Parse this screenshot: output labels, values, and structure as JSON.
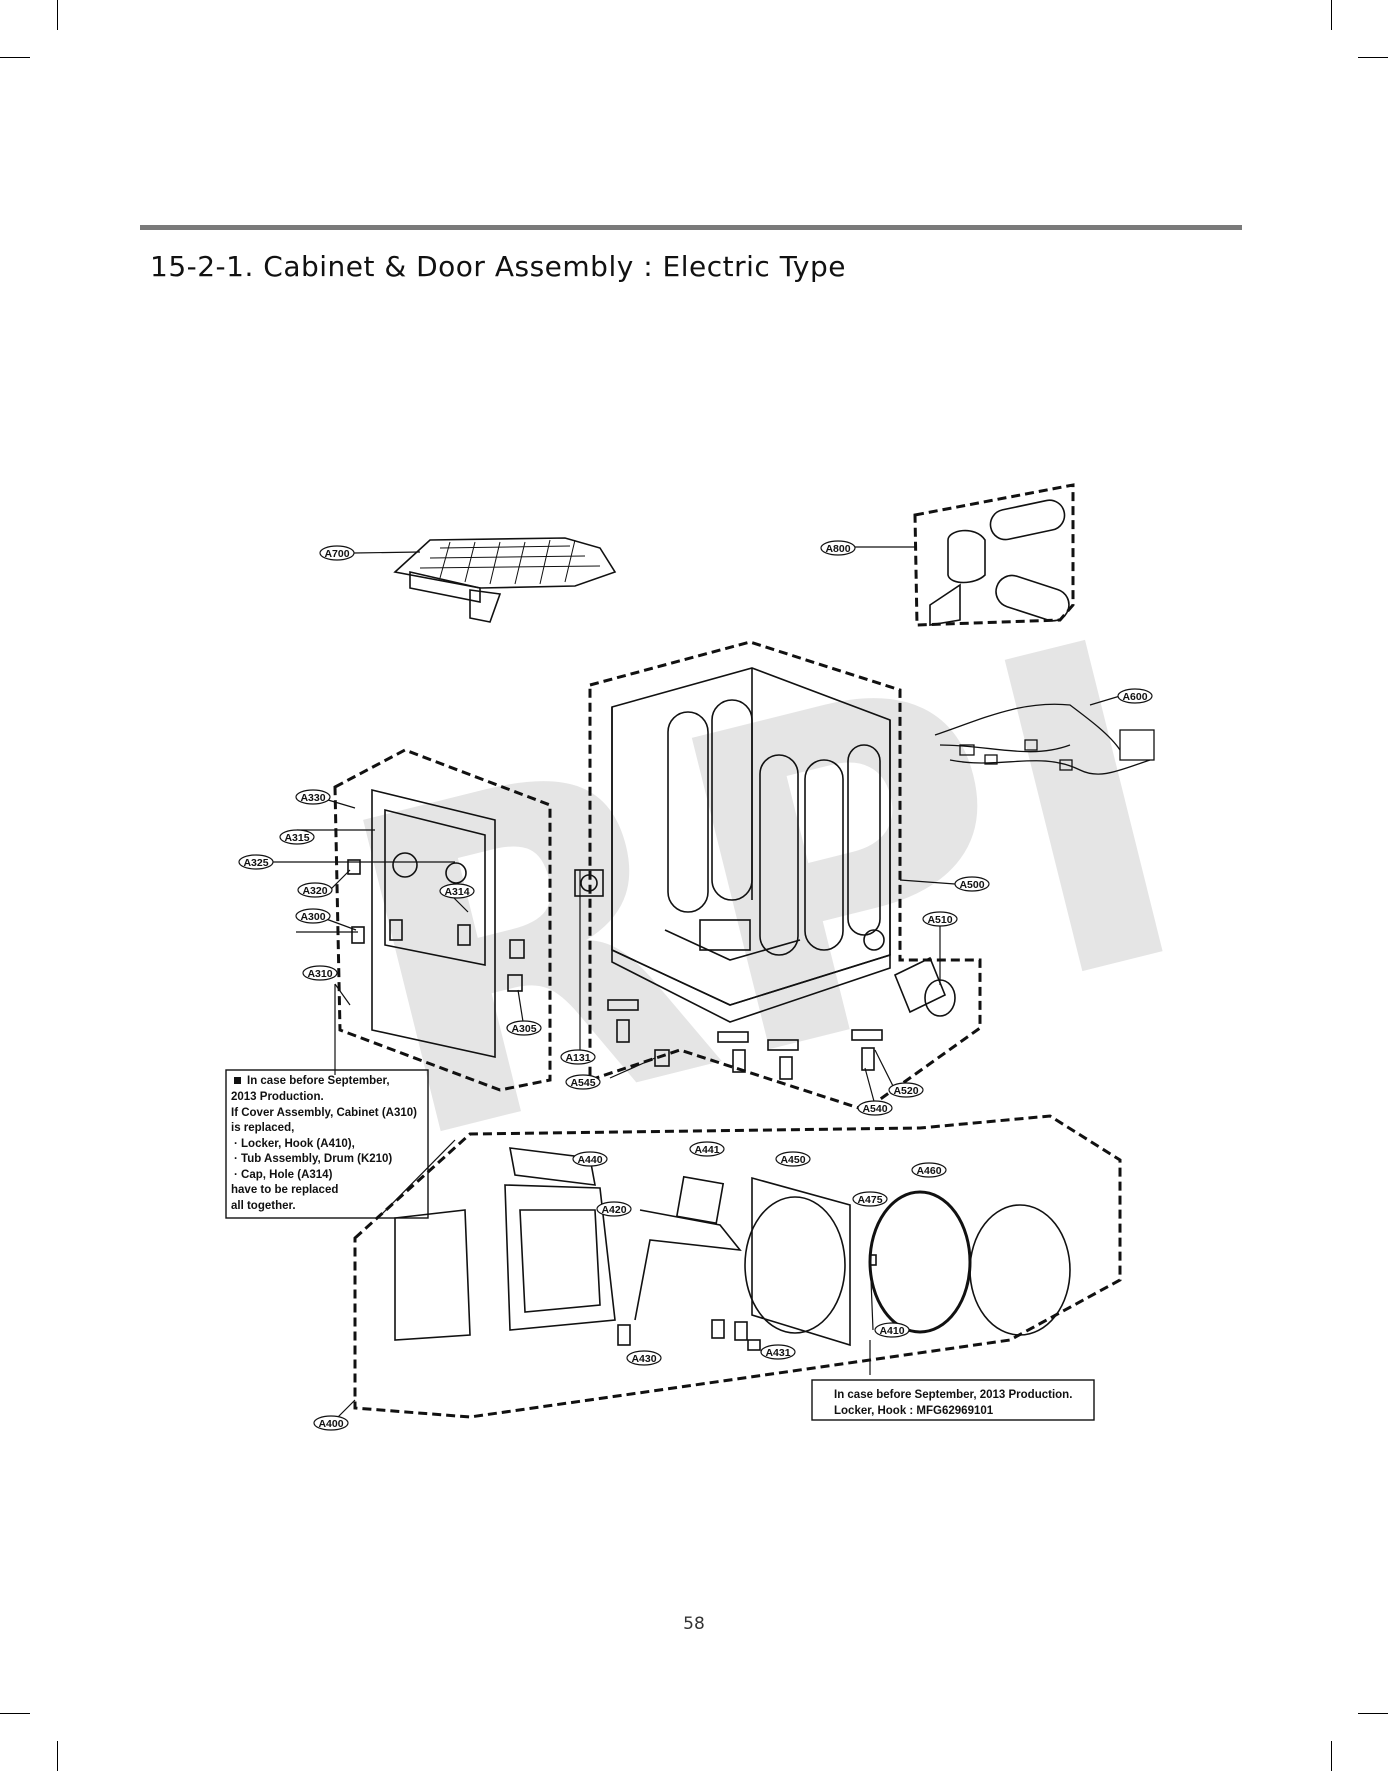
{
  "section_title": "15-2-1. Cabinet & Door Assembly : Electric Type",
  "page_number": "58",
  "watermark": "RPI",
  "callouts": {
    "a700": "A700",
    "a800": "A800",
    "a600": "A600",
    "a500": "A500",
    "a510": "A510",
    "a330": "A330",
    "a315": "A315",
    "a325": "A325",
    "a320": "A320",
    "a314": "A314",
    "a300": "A300",
    "a310": "A310",
    "a305": "A305",
    "a131": "A131",
    "a545": "A545",
    "a540": "A540",
    "a520": "A520",
    "a440": "A440",
    "a441": "A441",
    "a450": "A450",
    "a460": "A460",
    "a475": "A475",
    "a420": "A420",
    "a430": "A430",
    "a431": "A431",
    "a410": "A410",
    "a400": "A400"
  },
  "note_left": {
    "line1": "In case before September,",
    "line2": "2013 Production.",
    "line3": "If Cover Assembly, Cabinet (A310)",
    "line4": "is replaced,",
    "line5": "· Locker, Hook (A410),",
    "line6": "· Tub Assembly, Drum (K210)",
    "line7": "· Cap, Hole (A314)",
    "line8": "have to be replaced",
    "line9": "all together."
  },
  "note_right": {
    "line1": "In case before September, 2013 Production.",
    "line2": "Locker, Hook : MFG62969101"
  }
}
